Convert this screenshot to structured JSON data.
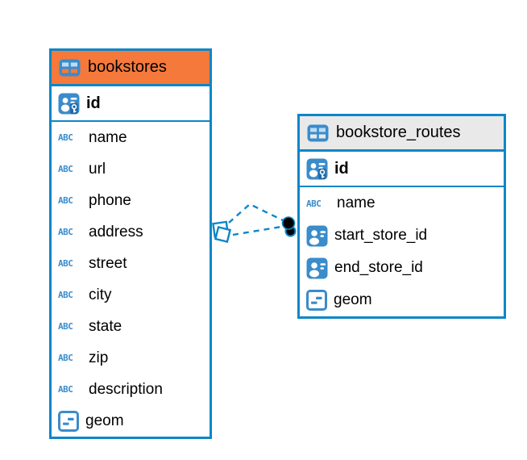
{
  "diagram": {
    "colors": {
      "accent_blue": "#0e86c8",
      "icon_blue": "#3a8ccb",
      "icon_blue_dark": "#2068a8",
      "cell_light_blue": "#bcdcf4",
      "header_orange": "#f5793b",
      "header_gray": "#e9e9e9",
      "row_bg": "#ffffff",
      "text_color": "#000000"
    },
    "icons": {
      "abc_text": "ABC"
    },
    "tables": [
      {
        "name": "bookstores",
        "header_style": "orange",
        "columns": [
          {
            "label": "id",
            "type": "primary-key"
          },
          {
            "label": "name",
            "type": "text"
          },
          {
            "label": "url",
            "type": "text"
          },
          {
            "label": "phone",
            "type": "text"
          },
          {
            "label": "address",
            "type": "text"
          },
          {
            "label": "street",
            "type": "text"
          },
          {
            "label": "city",
            "type": "text"
          },
          {
            "label": "state",
            "type": "text"
          },
          {
            "label": "zip",
            "type": "text"
          },
          {
            "label": "description",
            "type": "text"
          },
          {
            "label": "geom",
            "type": "geometry"
          }
        ]
      },
      {
        "name": "bookstore_routes",
        "header_style": "gray",
        "columns": [
          {
            "label": "id",
            "type": "primary-key"
          },
          {
            "label": "name",
            "type": "text"
          },
          {
            "label": "start_store_id",
            "type": "foreign-key"
          },
          {
            "label": "end_store_id",
            "type": "foreign-key"
          },
          {
            "label": "geom",
            "type": "geometry"
          }
        ]
      }
    ],
    "connector": {
      "style": "dashed",
      "left_marker": "stacked-squares-marker",
      "right_marker": "stacked-dots-marker"
    }
  }
}
